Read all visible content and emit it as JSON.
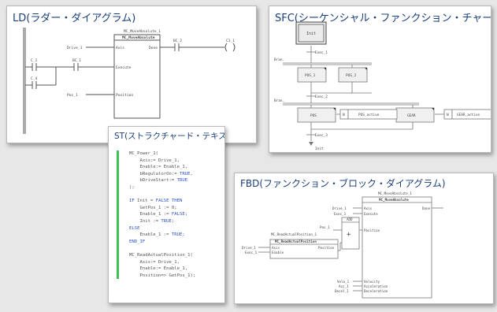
{
  "panels": {
    "ld": {
      "title": "LD(ラダー・ダイアグラム)"
    },
    "sfc": {
      "title": "SFC(シーケンシャル・ファンクション・チャート)"
    },
    "st": {
      "title": "ST(ストラクチャード・テキスト)"
    },
    "fbd": {
      "title": "FBD(ファンクション・ブロック・ダイアグラム)"
    }
  },
  "ld": {
    "instance": "MC_MoveAbsolute_1",
    "block_type": "MC_MoveAbsolute",
    "in_axis": "Axis",
    "in_execute": "Execute",
    "in_position": "Position",
    "out_done": "Done",
    "var_axis": "Drive_1",
    "var_pos": "Pos_1",
    "contact_c1": "C_1",
    "contact_c4": "C_4",
    "contact_bc1": "BC_1",
    "contact_bc2": "BC_2",
    "coil_c11": "C1_1"
  },
  "sfc": {
    "step_init": "Init",
    "trans_exec1": "Exec_1",
    "branch1": "Bran.",
    "step_pos1": "POS_1",
    "step_pos2": "POS_2",
    "trans_exec2": "Exec_2",
    "branch2": "Bran.",
    "step_pos": "POS",
    "action_flag_pos": "N",
    "action_pos": "POS_active",
    "step_gear": "GEAR",
    "action_flag_gear": "N",
    "action_gear": "GEAR_active",
    "trans_exec3": "Exec_3",
    "jump_init": "Init"
  },
  "st": {
    "code": [
      [
        {
          "t": "MC_Power_1("
        }
      ],
      [
        {
          "t": "    Axis:= Drive_1,"
        }
      ],
      [
        {
          "t": "    Enable:= Enable_1,"
        }
      ],
      [
        {
          "t": "    bRegulatorOn:= "
        },
        {
          "t": "TRUE",
          "k": true
        },
        {
          "t": ","
        }
      ],
      [
        {
          "t": "    bDriveStart:= "
        },
        {
          "t": "TRUE",
          "k": true
        }
      ],
      [
        {
          "t": ");"
        }
      ],
      [
        {
          "t": ""
        }
      ],
      [
        {
          "t": "IF",
          "k": true
        },
        {
          "t": " Init = "
        },
        {
          "t": "FALSE THEN",
          "k": true
        }
      ],
      [
        {
          "t": "    GetPos_1 := 0;"
        }
      ],
      [
        {
          "t": "    Enable_1 := "
        },
        {
          "t": "FALSE",
          "k": true
        },
        {
          "t": ";"
        }
      ],
      [
        {
          "t": "    Init := "
        },
        {
          "t": "TRUE",
          "k": true
        },
        {
          "t": ";"
        }
      ],
      [
        {
          "t": "ELSE",
          "k": true
        }
      ],
      [
        {
          "t": "    Enable_1 := "
        },
        {
          "t": "TRUE",
          "k": true
        },
        {
          "t": ";"
        }
      ],
      [
        {
          "t": "END_IF",
          "k": true
        }
      ],
      [
        {
          "t": ""
        }
      ],
      [
        {
          "t": "MC_ReadActualPosition_1("
        }
      ],
      [
        {
          "t": "    Axis:= Drive_1,"
        }
      ],
      [
        {
          "t": "    Enable:= Enable_1,"
        }
      ],
      [
        {
          "t": "    Position=> GetPos_1);"
        }
      ]
    ]
  },
  "fbd": {
    "instance_move": "MC_MoveAbsolute_1",
    "block_move": "MC_MoveAbsolute",
    "pin_axis": "Axis",
    "pin_execute": "Execute",
    "pin_position": "Position",
    "pin_velocity": "Velocity",
    "pin_accel": "Acceleration",
    "pin_decel": "Deceleration",
    "pin_done": "Done",
    "var_drive": "Drive_1",
    "var_exec": "Exec_1",
    "var_vel": "Velo_1",
    "var_acc": "Acc_1",
    "var_dec": "Decel_1",
    "var_pos": "Pos_1",
    "instance_read": "MC_ReadActualPosition_1",
    "block_read": "MC_ReadActualPosition",
    "pin_r_axis": "Axis",
    "pin_r_enable": "Enable",
    "pin_r_position": "Position",
    "var_drive2": "Drive_1",
    "var_exec2": "Exec_1",
    "block_add": "ADD",
    "add_symbol": "+"
  }
}
